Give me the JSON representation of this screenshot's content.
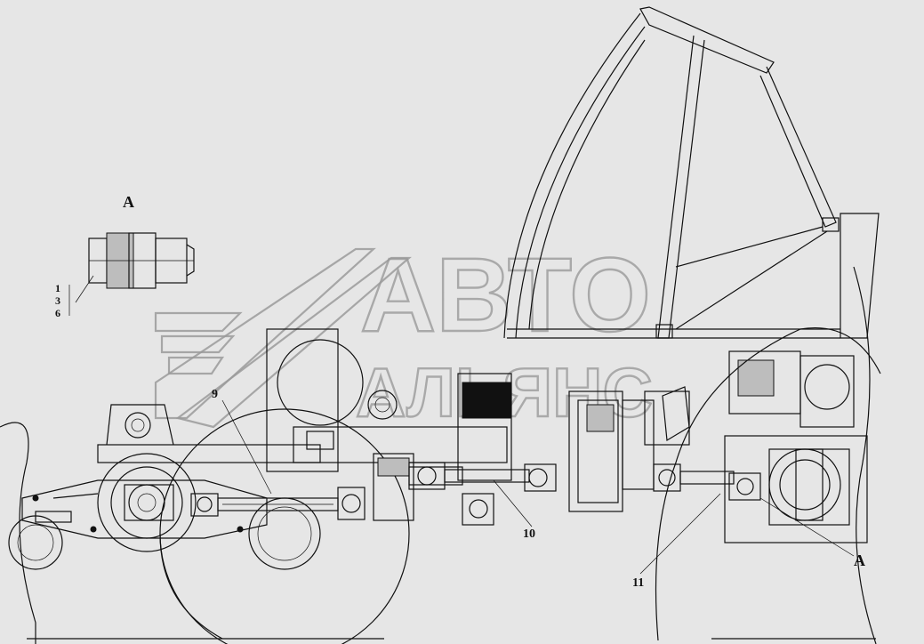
{
  "view_label": "A",
  "detail": {
    "numbers": [
      "1",
      "3",
      "6"
    ]
  },
  "callouts": [
    {
      "id": "9",
      "text": "9"
    },
    {
      "id": "10",
      "text": "10"
    },
    {
      "id": "11",
      "text": "11"
    },
    {
      "id": "A",
      "text": "A"
    }
  ],
  "watermark": {
    "line1": "АВТО",
    "line2": "АЛЬЯНС"
  },
  "colors": {
    "background": "#e6e6e6",
    "ink": "#111111",
    "watermark": "#9a9a9a"
  }
}
